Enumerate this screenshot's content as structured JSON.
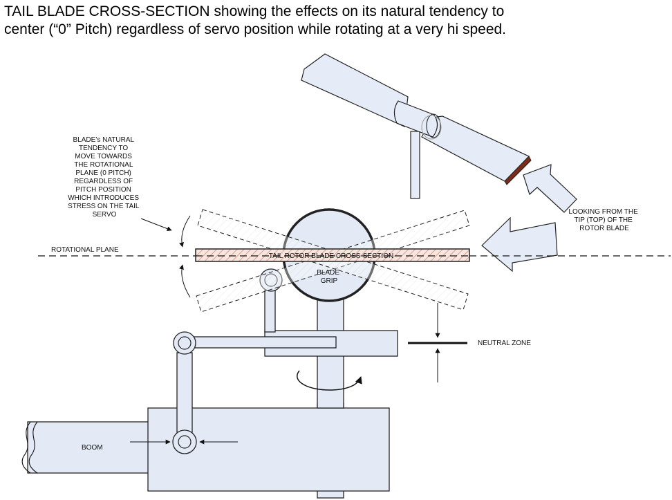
{
  "title": {
    "line1": "TAIL BLADE CROSS-SECTION showing the effects on its natural tendency to",
    "line2": "center (“0” Pitch) regardless of servo position while rotating at a very hi speed."
  },
  "labels": {
    "tendency": [
      "BLADE’s NATURAL",
      "TENDENCY TO",
      "MOVE TOWARDS",
      "THE ROTATIONAL",
      "PLANE (0 PITCH)",
      "REGARDLESS OF",
      "PITCH POSITION",
      "WHICH INTRODUCES",
      "STRESS ON THE TAIL",
      "SERVO"
    ],
    "rotational_plane": "ROTATIONAL PLANE",
    "cross_section": "TAIL ROTOR BLADE CROSS-SECTION",
    "blade_grip": [
      "BLADE",
      "GRIP"
    ],
    "looking_from": [
      "LOOKING FROM THE",
      "TIP (TOP) OF THE",
      "ROTOR BLADE"
    ],
    "neutral_zone": "NEUTRAL ZONE",
    "boom": "BOOM"
  },
  "colors": {
    "part_fill": "#e3e9f5",
    "blade_hatch": "#d9a08c",
    "outline": "#222222"
  }
}
